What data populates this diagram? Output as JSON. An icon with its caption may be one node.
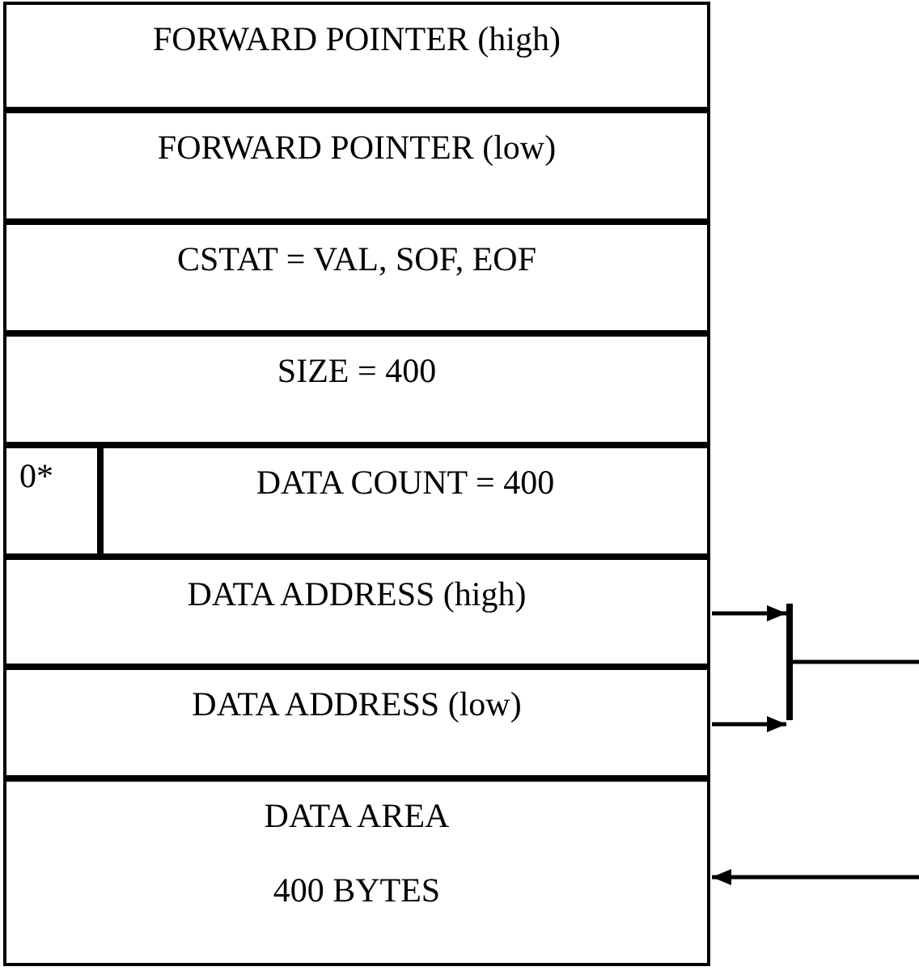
{
  "diagram": {
    "nodes": [
      {
        "text": [
          "FORWARD POINTER (high)"
        ]
      },
      {
        "text": [
          "FORWARD POINTER (low)"
        ]
      },
      {
        "text": [
          "CSTAT = VAL, SOF, EOF"
        ]
      },
      {
        "text": [
          "SIZE = 400"
        ]
      },
      {
        "text": [
          "0*"
        ]
      },
      {
        "text": [
          "DATA COUNT = 400"
        ]
      },
      {
        "text": [
          "DATA ADDRESS (high)"
        ]
      },
      {
        "text": [
          "DATA ADDRESS (low)"
        ]
      },
      {
        "text": [
          "DATA AREA",
          "400 BYTES"
        ]
      },
      {
        "text": [],
        "shape": "bar"
      }
    ],
    "edges": [
      {
        "from": 6,
        "to": 9,
        "arrow": "to"
      },
      {
        "from": 7,
        "to": 9,
        "arrow": "to"
      },
      {
        "from": 9,
        "to": null,
        "arrow": "none"
      },
      {
        "from": null,
        "to": 8,
        "arrow": "to"
      }
    ]
  }
}
